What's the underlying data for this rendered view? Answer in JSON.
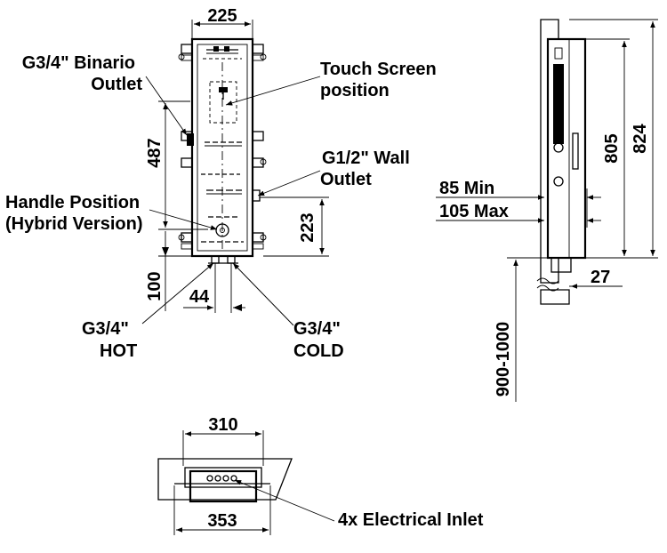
{
  "front_view": {
    "dim_width": "225",
    "dim_height_outlet": "487",
    "dim_wall_outlet": "223",
    "dim_bottom": "100",
    "dim_inlet_spacing": "44",
    "callouts": {
      "binario_outlet_line1": "G3/4\" Binario",
      "binario_outlet_line2": "Outlet",
      "touch_screen_line1": "Touch Screen",
      "touch_screen_line2": "position",
      "wall_outlet_line1": "G1/2\" Wall",
      "wall_outlet_line2": "Outlet",
      "handle_line1": "Handle Position",
      "handle_line2": "(Hybrid Version)",
      "hot_line1": "G3/4\"",
      "hot_line2": "HOT",
      "cold_line1": "G3/4\"",
      "cold_line2": "COLD"
    }
  },
  "side_view": {
    "dim_805": "805",
    "dim_824": "824",
    "depth_min": "85 Min",
    "depth_max": "105 Max",
    "dim_27": "27",
    "floor_height": "900-1000"
  },
  "top_view": {
    "dim_310": "310",
    "dim_353": "353",
    "electrical_inlet": "4x Electrical Inlet"
  }
}
